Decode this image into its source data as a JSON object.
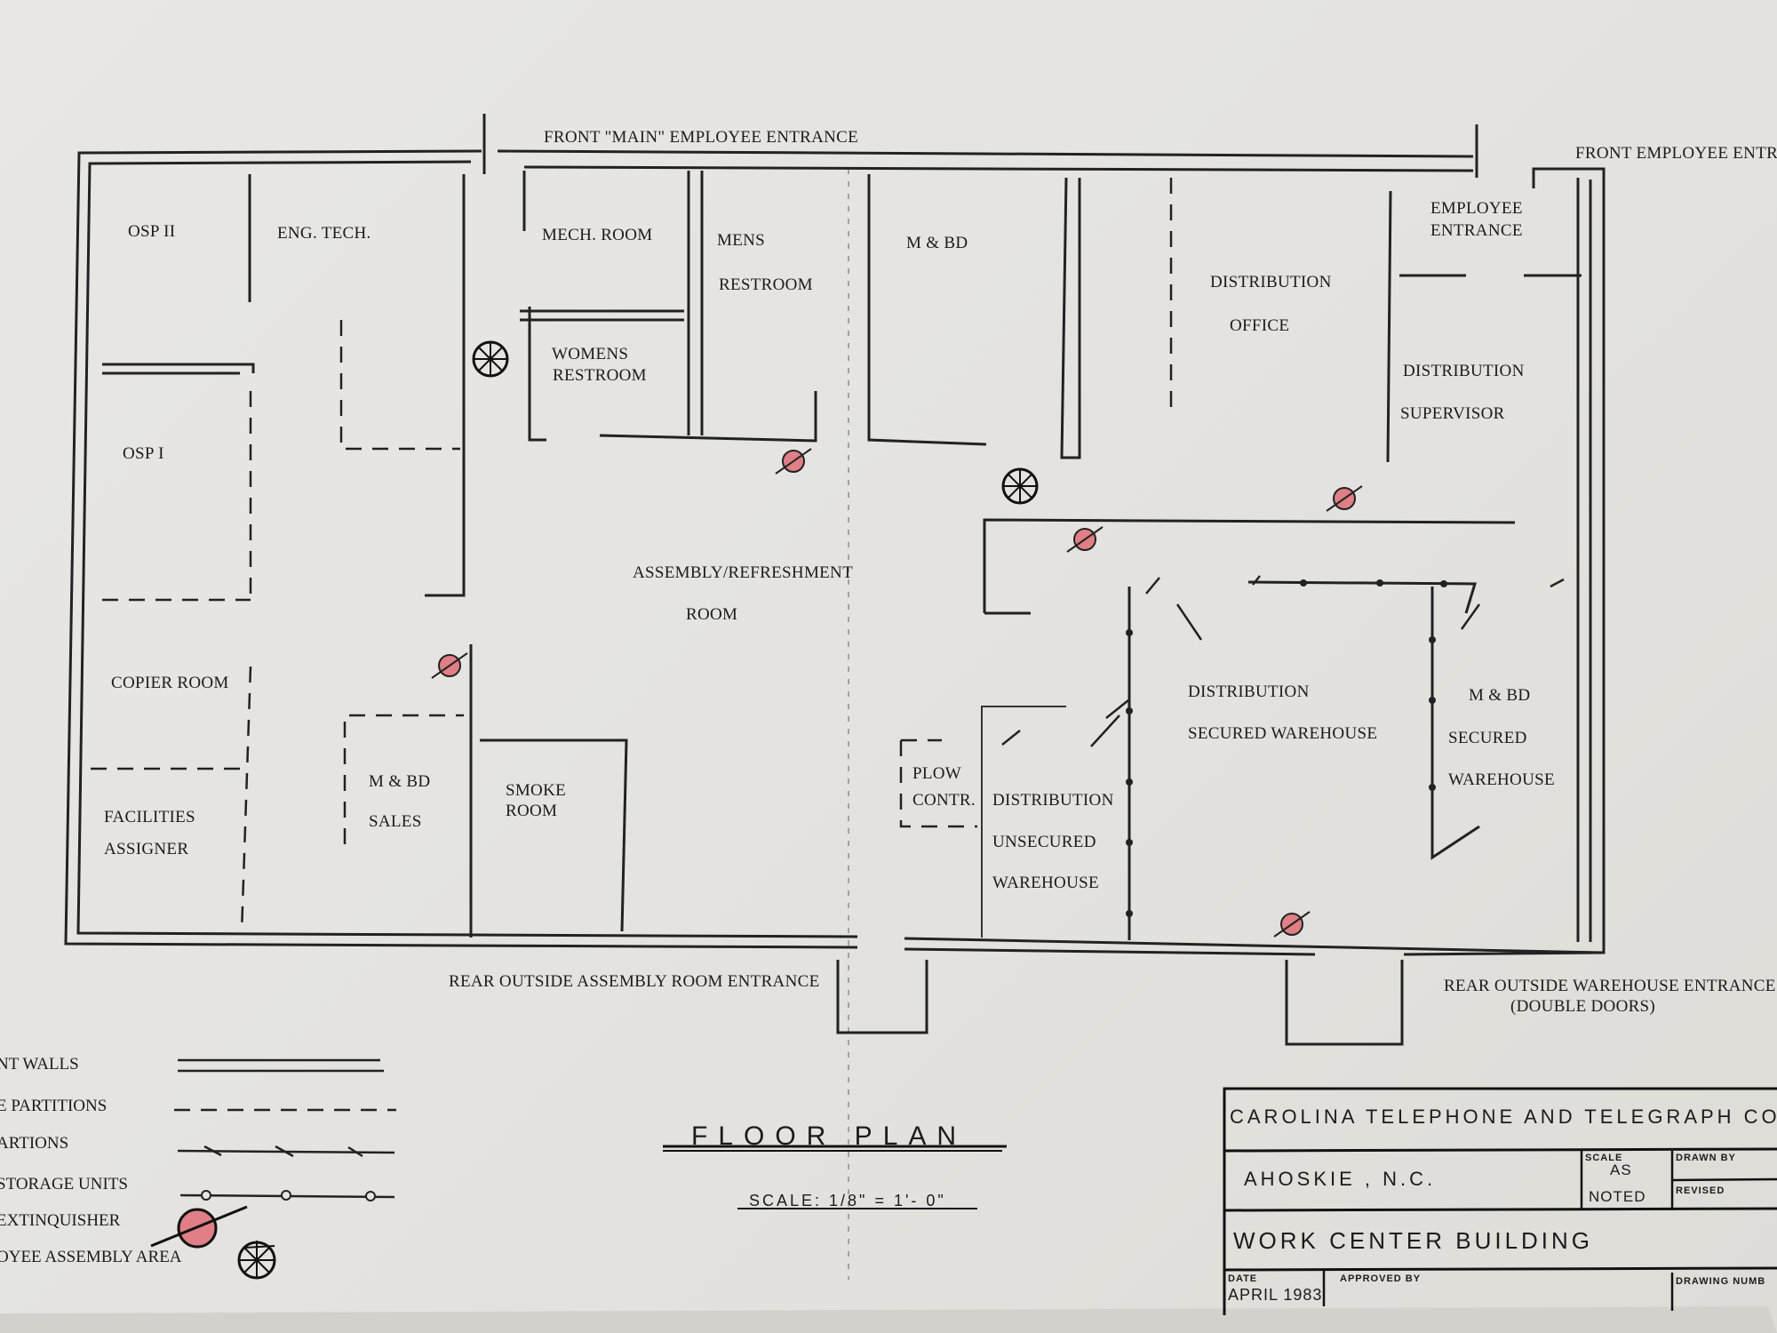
{
  "headings": {
    "front_main_entrance": "FRONT \"MAIN\" EMPLOYEE ENTRANCE",
    "front_employee_entrance": "FRONT EMPLOYEE ENTRAN",
    "rear_assembly_entrance": "REAR OUTSIDE ASSEMBLY ROOM ENTRANCE",
    "rear_warehouse_entrance": "REAR OUTSIDE WAREHOUSE ENTRANCE",
    "rear_warehouse_note": "(DOUBLE DOORS)"
  },
  "rooms": {
    "osp2": "OSP II",
    "eng_tech": "ENG. TECH.",
    "mech_room": "MECH. ROOM",
    "mens_1": "MENS",
    "mens_2": "RESTROOM",
    "mbd_top": "M & BD",
    "dist_office_1": "DISTRIBUTION",
    "dist_office_2": "OFFICE",
    "emp_entrance_1": "EMPLOYEE",
    "emp_entrance_2": "ENTRANCE",
    "womens_1": "WOMENS",
    "womens_2": "RESTROOM",
    "dist_super_1": "DISTRIBUTION",
    "dist_super_2": "SUPERVISOR",
    "osp1": "OSP I",
    "assembly_1": "ASSEMBLY/REFRESHMENT",
    "assembly_2": "ROOM",
    "copier": "COPIER ROOM",
    "dist_secured_1": "DISTRIBUTION",
    "dist_secured_2": "SECURED WAREHOUSE",
    "mbd_secured_1": "M & BD",
    "mbd_secured_2": "SECURED",
    "mbd_secured_3": "WAREHOUSE",
    "plow_1": "PLOW",
    "plow_2": "CONTR.",
    "dist_unsecured_1": "DISTRIBUTION",
    "dist_unsecured_2": "UNSECURED",
    "dist_unsecured_3": "WAREHOUSE",
    "mbd_sales_1": "M & BD",
    "mbd_sales_2": "SALES",
    "smoke_1": "SMOKE",
    "smoke_2": "ROOM",
    "facilities_1": "FACILITIES",
    "facilities_2": "ASSIGNER"
  },
  "legend": [
    "NT WALLS",
    "E PARTITIONS",
    "ARTIONS",
    " STORAGE UNITS",
    "EXTINQUISHER",
    "OYEE ASSEMBLY AREA"
  ],
  "drawing": {
    "title": "FLOOR   PLAN",
    "scale": "SCALE:  1/8\" = 1'- 0\""
  },
  "title_block": {
    "company": "CAROLINA  TELEPHONE  AND  TELEGRAPH  COM",
    "location": "AHOSKIE , N.C.",
    "scale_label": "SCALE",
    "scale_value_1": "AS",
    "scale_value_2": "NOTED",
    "drawn_by_label": "DRAWN BY",
    "revised_label": "REVISED",
    "building": "WORK  CENTER  BUILDING",
    "date_label": "DATE",
    "date_value": "APRIL 1983",
    "approved_label": "APPROVED BY",
    "drawing_number_label": "DRAWING NUMB"
  },
  "colors": {
    "extinguisher": "#e07f86",
    "ink": "#1b1b1b",
    "paper": "#e6e5e1"
  }
}
